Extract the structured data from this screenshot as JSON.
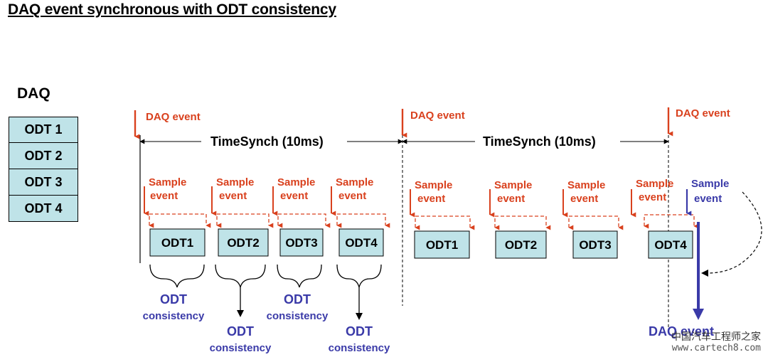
{
  "title": "DAQ event synchronous with ODT consistency",
  "daq_heading": "DAQ",
  "odt_stack": [
    "ODT 1",
    "ODT 2",
    "ODT 3",
    "ODT 4"
  ],
  "daq_event_label": "DAQ event",
  "timesynch_label": "TimeSynch (10ms)",
  "sample_label_line1": "Sample",
  "sample_label_line2": "event",
  "odt_boxes": [
    "ODT1",
    "ODT2",
    "ODT3",
    "ODT4"
  ],
  "consistency_line1": "ODT",
  "consistency_line2": "consistency",
  "bottom_right_label": "DAQ event",
  "watermark": {
    "line1": "中国汽车工程师之家",
    "line2": "www.cartech8.com"
  },
  "colors": {
    "red": "#d9411e",
    "blue": "#3a3aa8",
    "box": "#bfe3e8"
  }
}
